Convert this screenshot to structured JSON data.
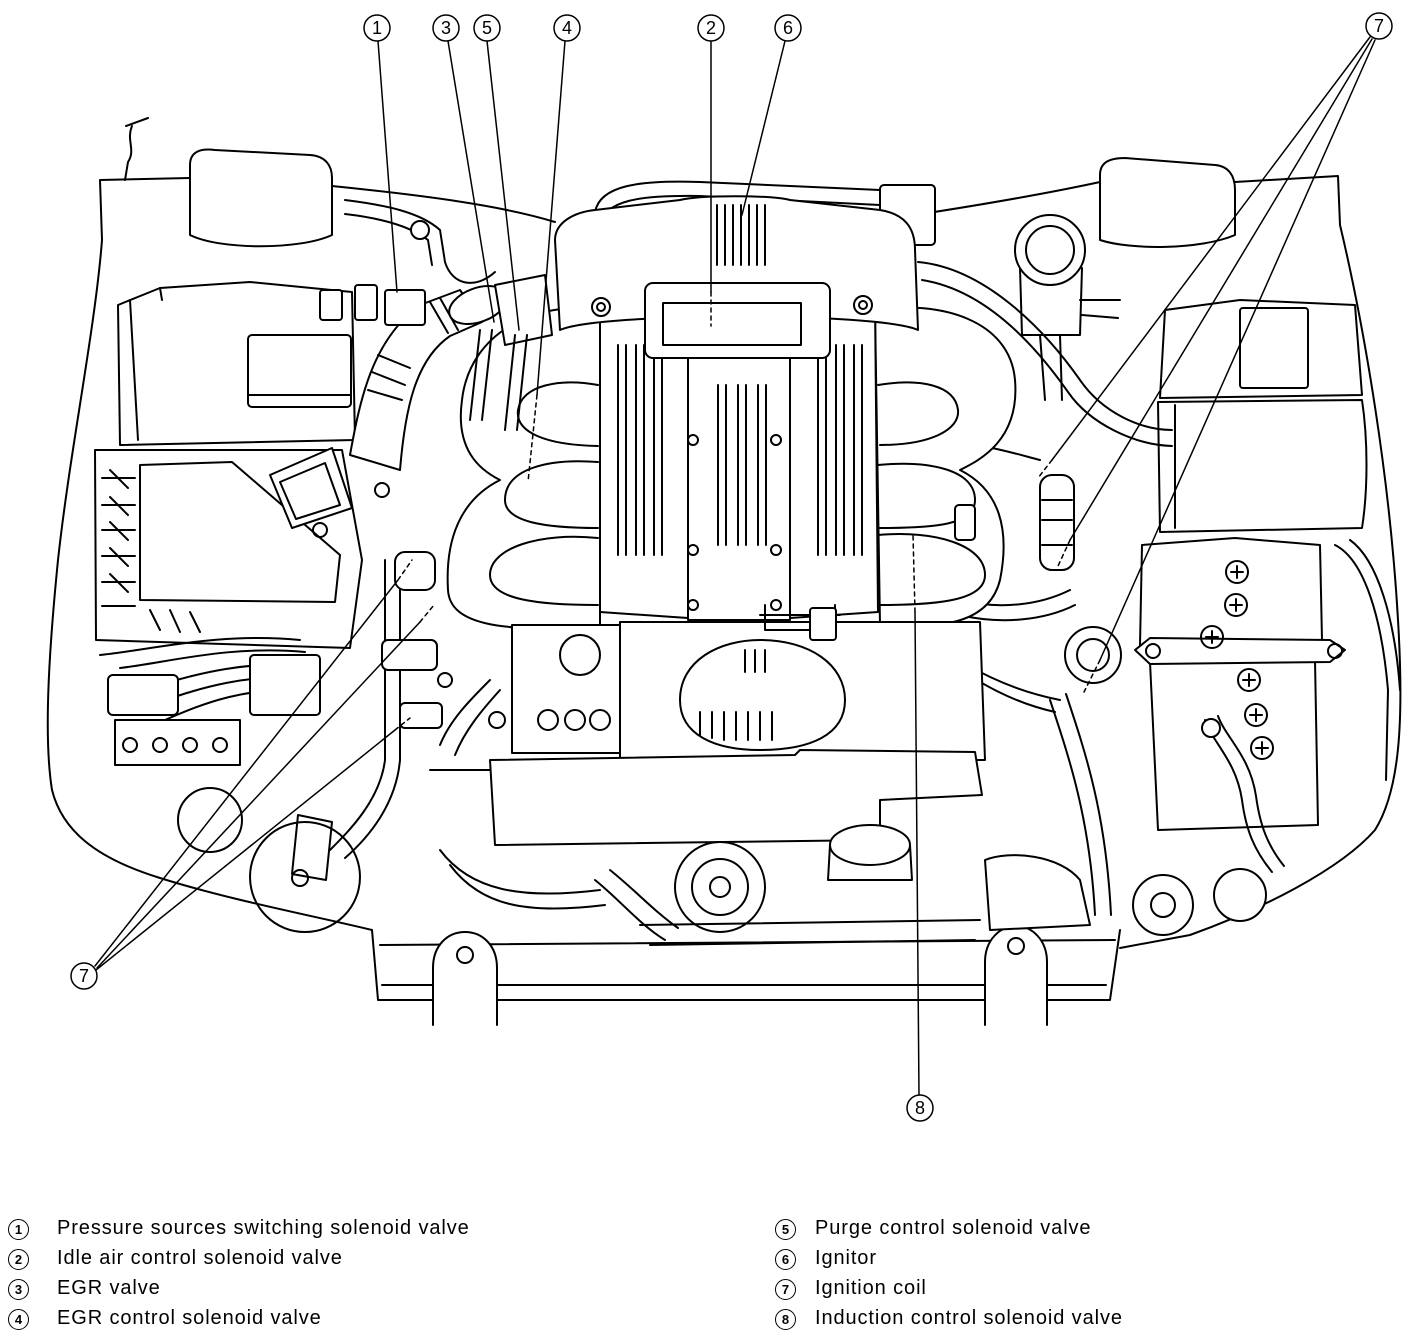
{
  "callouts": {
    "c1": "1",
    "c2": "2",
    "c3": "3",
    "c4": "4",
    "c5": "5",
    "c6": "6",
    "c7_top": "7",
    "c7_bottom": "7",
    "c8": "8"
  },
  "legend": [
    {
      "num": "1",
      "label": "Pressure sources switching solenoid valve"
    },
    {
      "num": "2",
      "label": "Idle air control solenoid valve"
    },
    {
      "num": "3",
      "label": "EGR valve"
    },
    {
      "num": "4",
      "label": "EGR control solenoid valve"
    },
    {
      "num": "5",
      "label": "Purge control solenoid valve"
    },
    {
      "num": "6",
      "label": "Ignitor"
    },
    {
      "num": "7",
      "label": "Ignition coil"
    },
    {
      "num": "8",
      "label": "Induction control solenoid valve"
    }
  ]
}
